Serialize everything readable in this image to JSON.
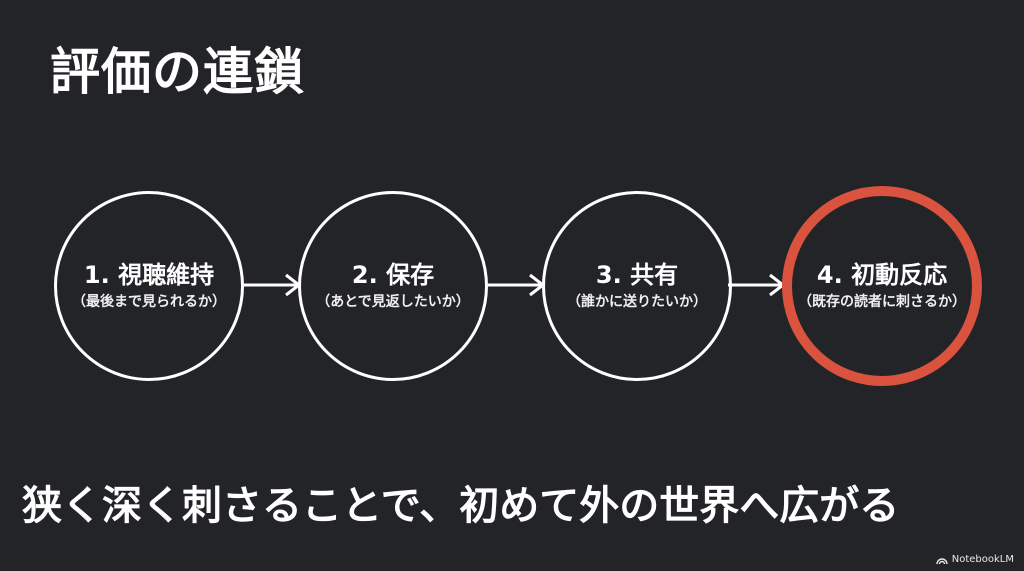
{
  "title": "評価の連鎖",
  "steps": [
    {
      "label": "1. 視聴維持",
      "sub": "（最後まで見られるか）",
      "highlight": false
    },
    {
      "label": "2. 保存",
      "sub": "（あとで見返したいか）",
      "highlight": false
    },
    {
      "label": "3. 共有",
      "sub": "（誰かに送りたいか）",
      "highlight": false
    },
    {
      "label": "4. 初動反応",
      "sub": "（既存の読者に刺さるか）",
      "highlight": true
    }
  ],
  "tagline": "狭く深く刺さることで、初めて外の世界へ広がる",
  "brand": {
    "icon": "notebooklm-icon",
    "label": "NotebookLM"
  },
  "colors": {
    "background": "#232427",
    "foreground": "#ffffff",
    "highlight": "#d9533e"
  }
}
